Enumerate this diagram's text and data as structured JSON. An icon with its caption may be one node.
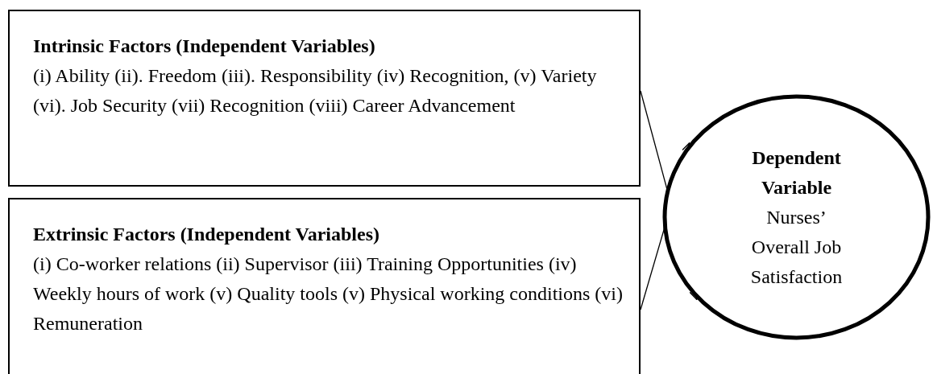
{
  "diagram": {
    "nodes": [
      {
        "text": [
          "Intrinsic Factors (Independent Variables)",
          "(i) Ability (ii). Freedom (iii). Responsibility (iv) Recognition, (v) Variety (vi). Job Security (vii) Recognition (viii) Career Advancement"
        ]
      },
      {
        "text": [
          "Extrinsic Factors (Independent Variables)",
          "(i) Co-worker relations (ii) Supervisor (iii) Training Opportunities (iv) Weekly hours of work (v) Quality tools (v) Physical working conditions (vi) Remuneration"
        ]
      },
      {
        "text": [
          "Dependent Variable",
          "Nurses’ Overall Job Satisfaction"
        ]
      }
    ],
    "edges": [
      {
        "from": 0,
        "to": 2,
        "arrow": "to"
      },
      {
        "from": 1,
        "to": 2,
        "arrow": "to"
      }
    ]
  }
}
